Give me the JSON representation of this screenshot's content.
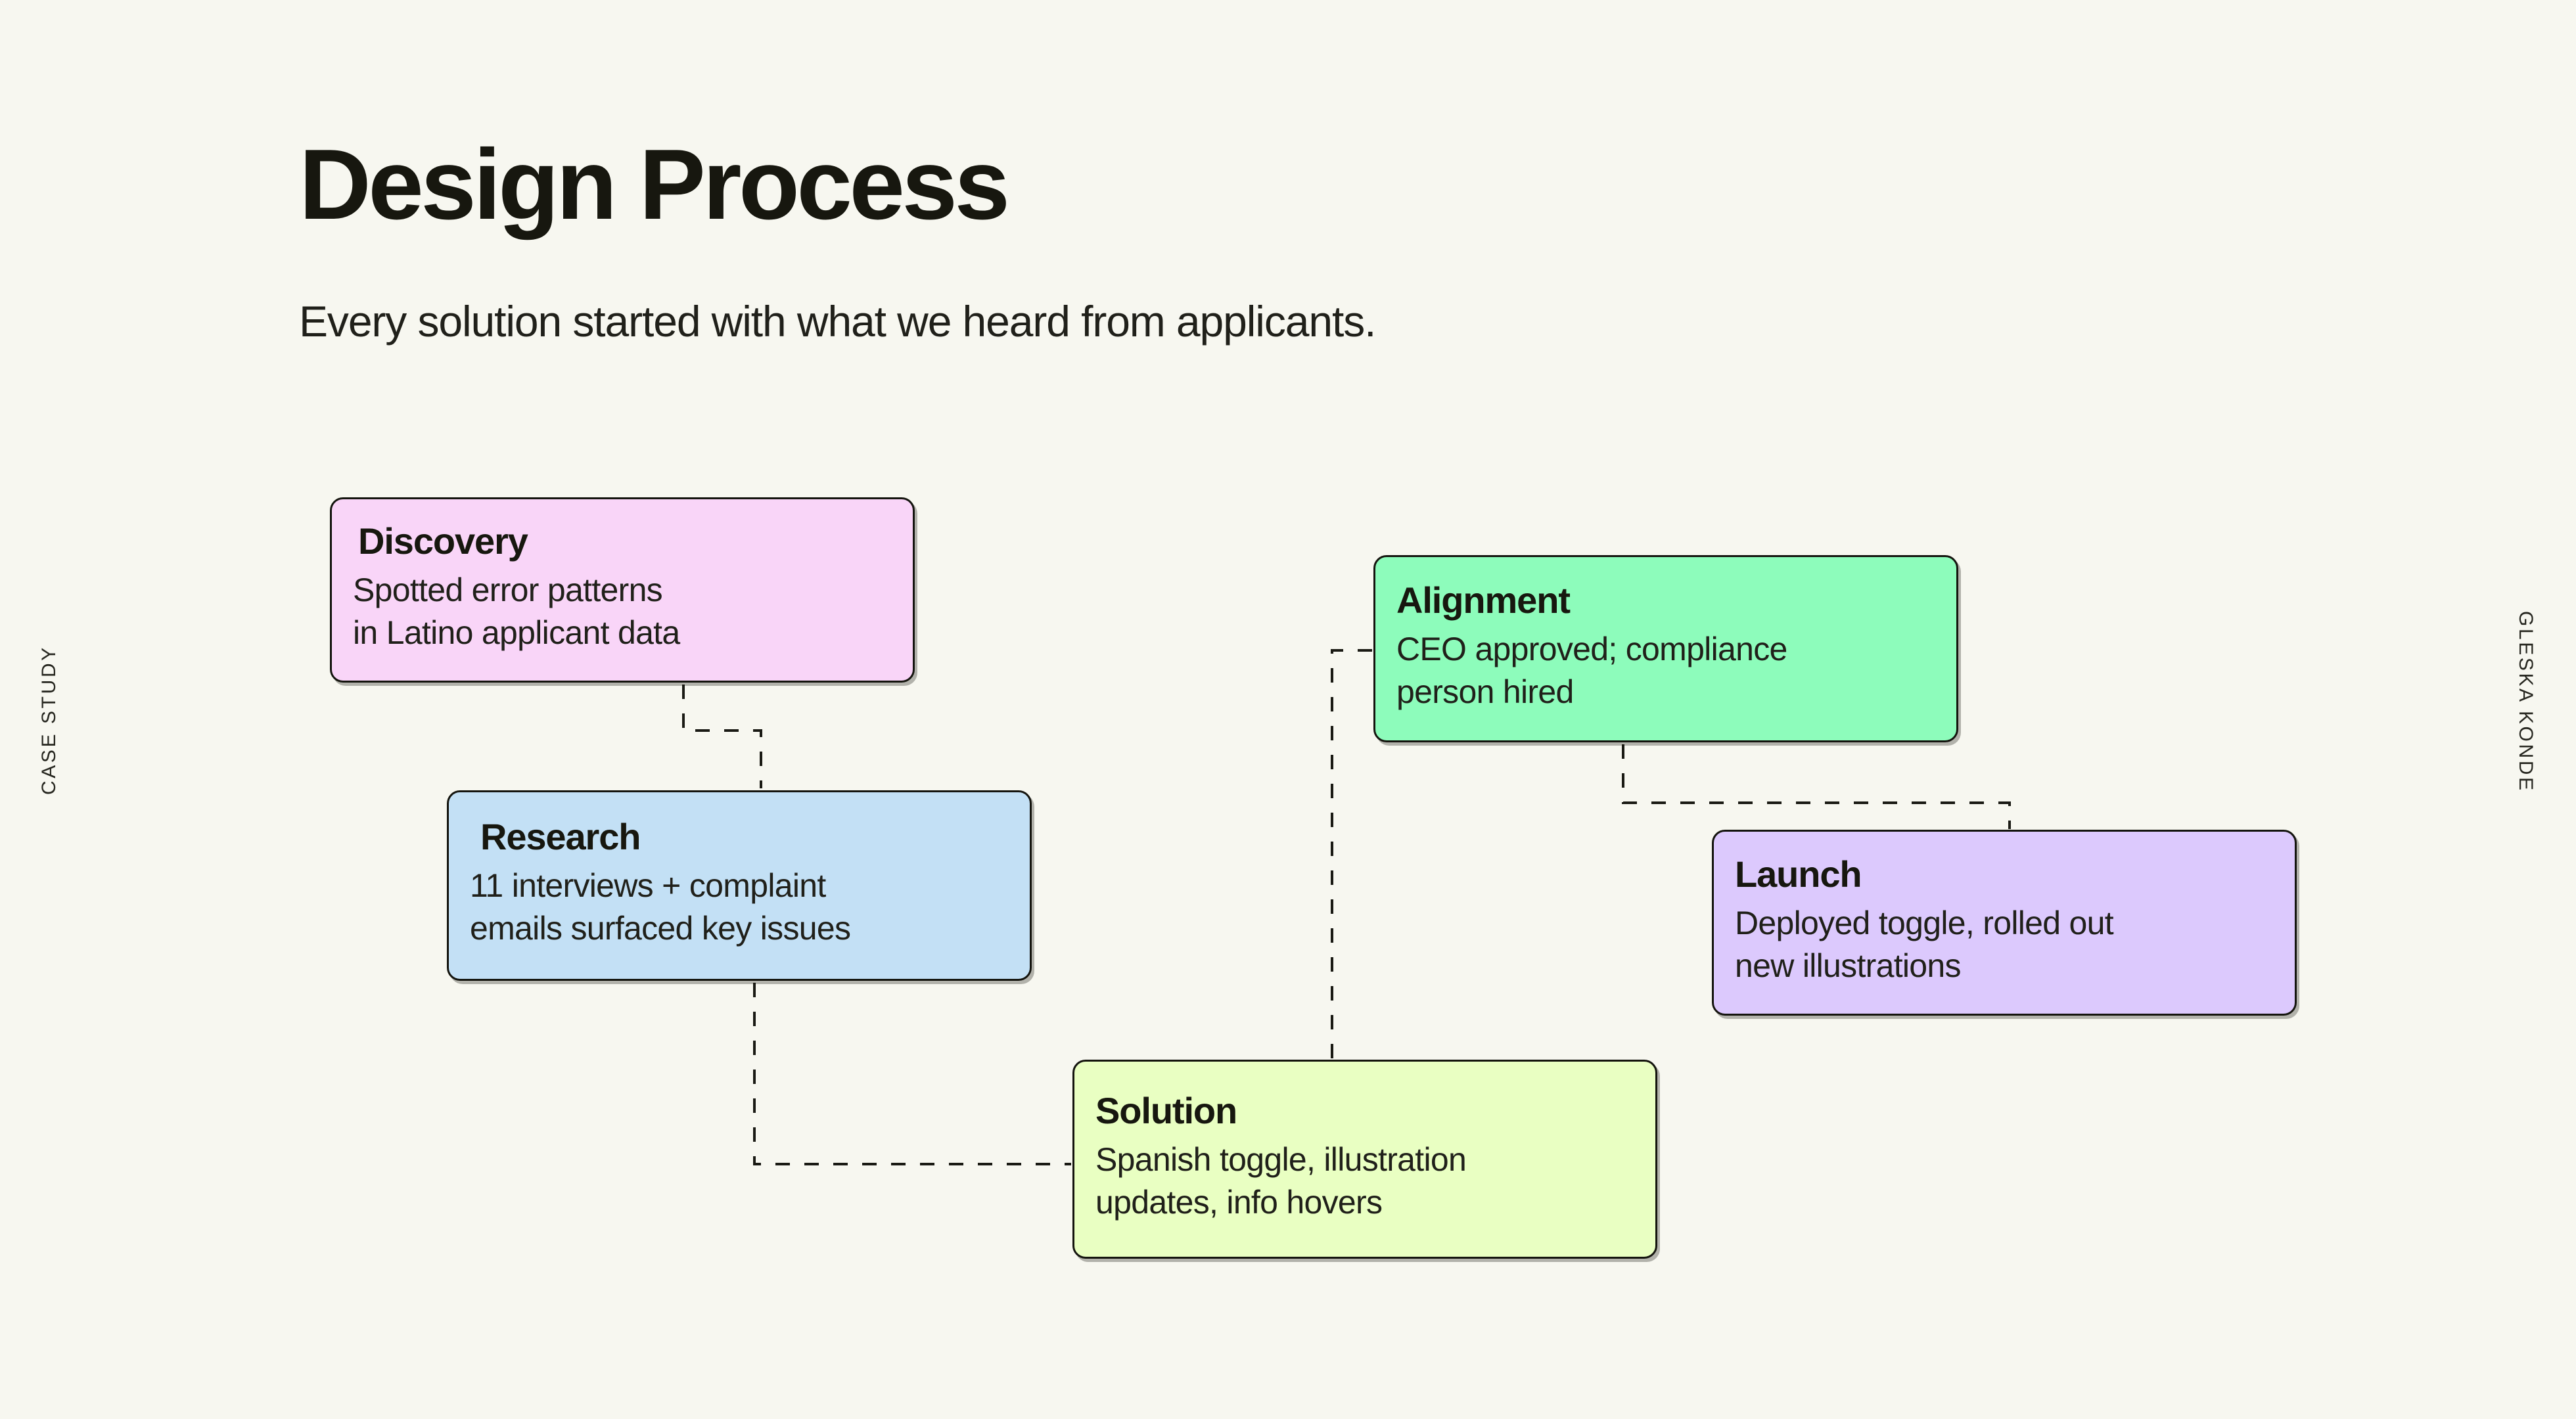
{
  "theme": {
    "background": "#F7F7F0",
    "ink": "#17170F",
    "border": "#14140E",
    "connector": "#1A1A14"
  },
  "rails": {
    "left_label": "CASE STUDY",
    "right_label": "GLESKA KONDE"
  },
  "header": {
    "title": "Design Process",
    "subtitle": "Every solution started with what we heard from applicants."
  },
  "flow": {
    "steps": [
      {
        "id": "discovery",
        "title": "Discovery",
        "body": "Spotted error patterns\nin Latino applicant data",
        "color": "#F9D5F8",
        "color_name": "pink"
      },
      {
        "id": "research",
        "title": "Research",
        "body": "11 interviews + complaint\nemails surfaced key issues",
        "color": "#C3E0F5",
        "color_name": "light-blue"
      },
      {
        "id": "solution",
        "title": "Solution",
        "body": "Spanish toggle, illustration\nupdates, info hovers",
        "color": "#E9FFC2",
        "color_name": "lime"
      },
      {
        "id": "alignment",
        "title": "Alignment",
        "body": "CEO approved; compliance\nperson hired",
        "color": "#8DFCBB",
        "color_name": "mint-green"
      },
      {
        "id": "launch",
        "title": "Launch",
        "body": "Deployed toggle, rolled out\nnew illustrations",
        "color": "#DCC9FD",
        "color_name": "lavender"
      }
    ],
    "connections": [
      {
        "from": "discovery",
        "to": "research",
        "style": "dashed"
      },
      {
        "from": "research",
        "to": "solution",
        "style": "dashed"
      },
      {
        "from": "solution",
        "to": "alignment",
        "style": "dashed"
      },
      {
        "from": "alignment",
        "to": "launch",
        "style": "dashed"
      }
    ]
  }
}
